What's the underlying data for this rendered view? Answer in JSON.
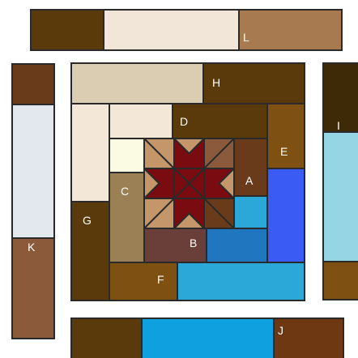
{
  "labels": {
    "A": "A",
    "B": "B",
    "C": "C",
    "D": "D",
    "E": "E",
    "F": "F",
    "G": "G",
    "H": "H",
    "I": "I",
    "J": "J",
    "K": "K",
    "L": "L"
  },
  "colors": {
    "dark_brown": "#5a3a0a",
    "cream": "#f2e6d8",
    "tan": "#a87a4f",
    "beige": "#dbcdb2",
    "light_cream": "#f3e7d8",
    "ivory": "#fbfbe3",
    "khaki": "#9c8055",
    "light_brown": "#c4966a",
    "mid_brown": "#8b5a3c",
    "chestnut": "#6a3b1a",
    "maroon": "#7a0b10",
    "cocoa": "#6a3f3a",
    "sky_blue": "#2ba7d8",
    "royal_blue": "#3a5cf5",
    "steel_blue": "#2077c0",
    "bronze": "#7e5012",
    "light_blue": "#96d5e3",
    "pale_blue": "#e2e8ee",
    "bright_blue": "#0fa0e0",
    "rust_brown": "#6d3812",
    "saddle": "#8a5a3b",
    "dark_espresso": "#3e2a06"
  }
}
